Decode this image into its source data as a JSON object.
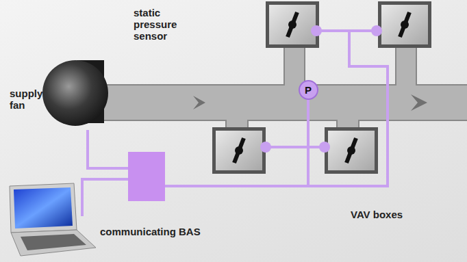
{
  "diagram": {
    "nodes": [
      {
        "text": [
          "P"
        ]
      }
    ],
    "labels": [
      "static pressure sensor",
      "supply fan",
      "VAV boxes",
      "communicating BAS"
    ]
  }
}
